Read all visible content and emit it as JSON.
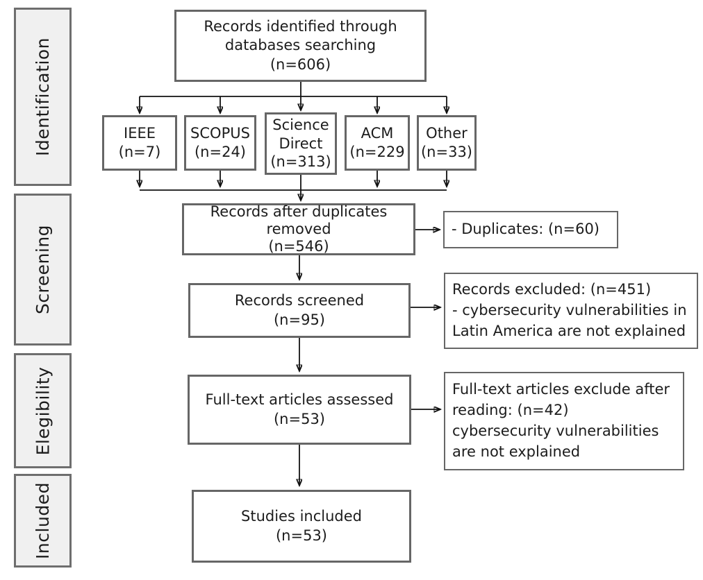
{
  "stages": [
    {
      "label": "Identification"
    },
    {
      "label": "Screening"
    },
    {
      "label": "Elegibility"
    },
    {
      "label": "Included"
    }
  ],
  "boxes": {
    "identified": {
      "text": "Records identified through\ndatabases searching\n(n=606)"
    },
    "databases": [
      {
        "name": "IEEE",
        "count": "(n=7)"
      },
      {
        "name": "SCOPUS",
        "count": "(n=24)"
      },
      {
        "name": "Science\nDirect",
        "count": "(n=313)"
      },
      {
        "name": "ACM",
        "count": "(n=229"
      },
      {
        "name": "Other",
        "count": "(n=33)"
      }
    ],
    "duplicates_removed": {
      "text": "Records after duplicates\nremoved\n(n=546)"
    },
    "duplicates_note": {
      "text": "- Duplicates: (n=60)"
    },
    "screened": {
      "text": "Records screened\n(n=95)"
    },
    "screened_excluded": {
      "text": "Records excluded:  (n=451)\n- cybersecurity vulnerabilities in\nLatin America are not explained"
    },
    "fulltext": {
      "text": "Full-text articles assessed\n(n=53)"
    },
    "fulltext_excluded": {
      "text": "Full-text articles exclude after\nreading: (n=42)\ncybersecurity vulnerabilities\nare not explained"
    },
    "included": {
      "text": "Studies included\n(n=53)"
    }
  },
  "colors": {
    "box_border": "#666666",
    "sidebar_fill": "#f0f0f0",
    "arrow": "#111111",
    "text": "#1c1c1c"
  }
}
